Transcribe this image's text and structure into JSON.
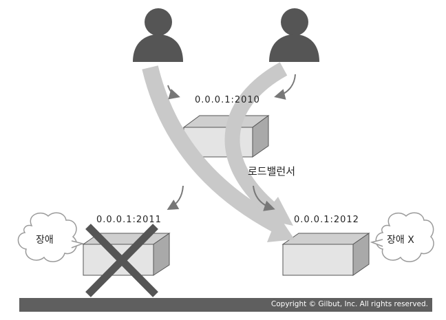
{
  "load_balancer": {
    "ip": "0.0.0.1:2010",
    "label": "로드밸런서"
  },
  "servers": [
    {
      "ip": "0.0.0.1:2011",
      "status": "장애"
    },
    {
      "ip": "0.0.0.1:2012",
      "status": "장애 X"
    }
  ],
  "footer": {
    "copyright": "Copyright © Gilbut, Inc. All rights reserved."
  },
  "colors": {
    "user": "#555555",
    "flow_arrow": "#c9c9c9",
    "box_face": "#e4e4e4",
    "cross": "#555555",
    "footer": "#5f5f5f"
  }
}
